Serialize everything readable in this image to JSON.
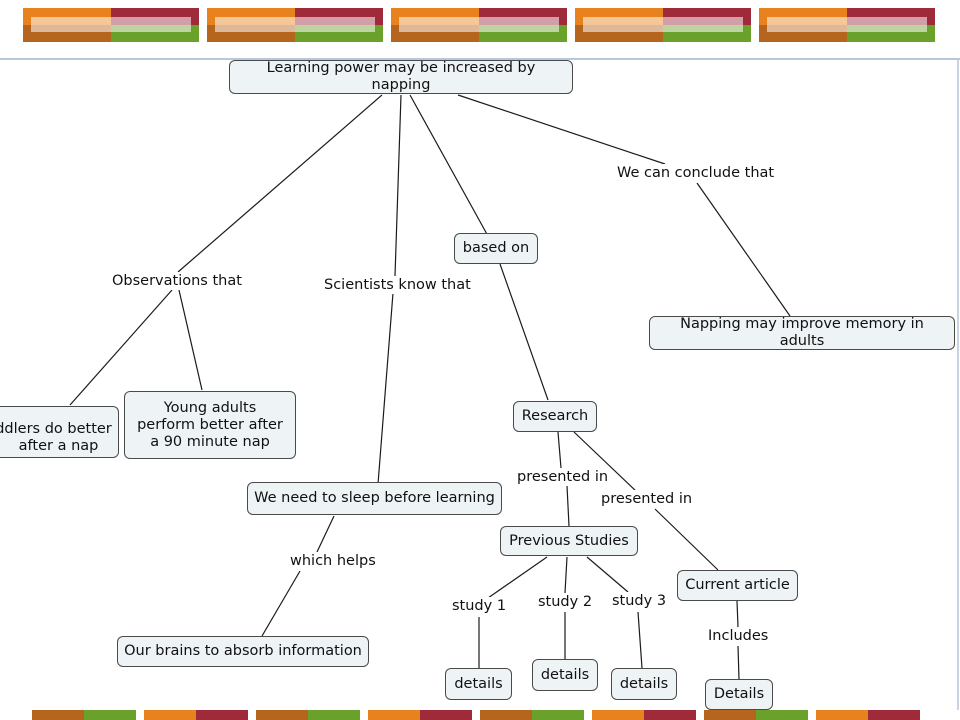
{
  "colors": {
    "banner_orange": "#e8821e",
    "banner_crimson": "#9e2a3a",
    "banner_brown": "#b5651d",
    "banner_green": "#6aa12b",
    "node_fill": "#eef4f6",
    "node_border": "#4a4a4a"
  },
  "concepts": {
    "root": "Learning power may be increased by napping",
    "based_on": "based on",
    "napping_memory": "Napping may improve memory in adults",
    "toddlers": "Toddlers do better after a nap",
    "toddlers_line1": "ddlers do better",
    "toddlers_line2": "after a nap",
    "young_adults": "Young adults perform better after a 90 minute nap",
    "research": "Research",
    "sleep_before": "We need to sleep before learning",
    "previous_studies": "Previous Studies",
    "current_article": "Current article",
    "brains_absorb": "Our brains to absorb information",
    "details1": "details",
    "details2": "details",
    "details3": "details",
    "details4": "Details"
  },
  "linking_phrases": {
    "observations": "Observations that",
    "scientists": "Scientists know that",
    "conclude": "We can conclude that",
    "presented_in_1": "presented in",
    "presented_in_2": "presented in",
    "which_helps": "which helps",
    "study1": "study 1",
    "study2": "study 2",
    "study3": "study 3",
    "includes": "Includes"
  }
}
